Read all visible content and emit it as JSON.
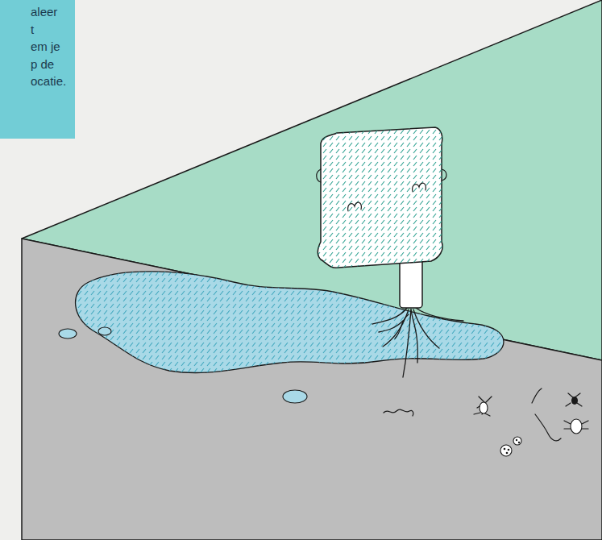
{
  "diagram": {
    "nodes": [
      {
        "text": [
          "aleer",
          "t",
          "em je",
          "p de",
          "ocatie."
        ]
      }
    ]
  }
}
